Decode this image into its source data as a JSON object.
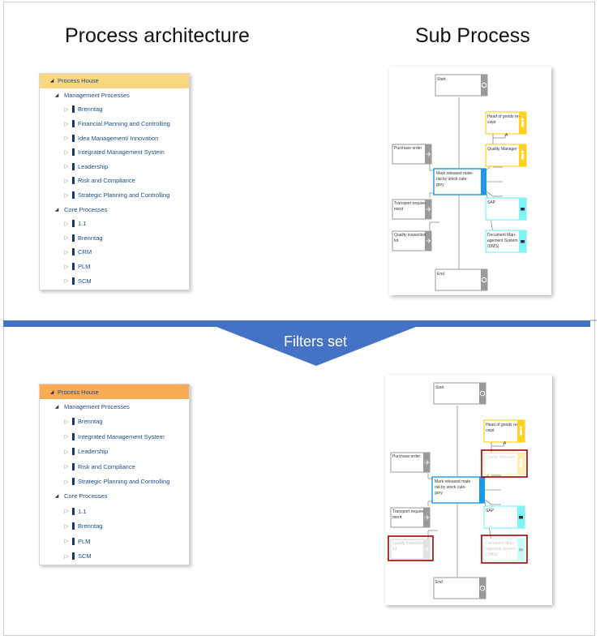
{
  "headings": {
    "left": "Process architecture",
    "right": "Sub Process",
    "banner": "Filters set"
  },
  "colors": {
    "band": "#4472c4",
    "root_top": "#f9d77e",
    "root_bottom": "#f8ab54",
    "tree_text": "#1e4c8a",
    "role_yellow": "#ffd21f",
    "system_cyan": "#7ff3f6",
    "function_blue": "#1b9ae8",
    "filter_red": "#a40000"
  },
  "tree_top": {
    "root": "Process House",
    "groups": [
      {
        "label": "Management Processes",
        "items": [
          "Brenntag",
          "Financial Planning and Controlling",
          "Idea Management/ Innovation",
          "Integrated Management System",
          "Leadership",
          "Risk and Compliance",
          "Strategic Planning and Controlling"
        ]
      },
      {
        "label": "Core Processes",
        "items": [
          "1.1",
          "Brenntag",
          "CRM",
          "PLM",
          "SCM"
        ]
      }
    ]
  },
  "tree_bottom": {
    "root": "Process House",
    "groups": [
      {
        "label": "Management Processes",
        "items": [
          "Brenntag",
          "Integrated Management System",
          "Leadership",
          "Risk and Compliance",
          "Strategic Planning and Controlling"
        ]
      },
      {
        "label": "Core Processes",
        "items": [
          "1.1",
          "Brenntag",
          "PLM",
          "SCM"
        ]
      }
    ]
  },
  "diagram": {
    "start": "Start",
    "end": "End",
    "function": "Mark released material by stock category",
    "function_lines": [
      "Mark released mate-",
      "rial by stock cate-",
      "gory"
    ],
    "head_role_lines": [
      "Head of goods re-",
      "ceipt"
    ],
    "quality_manager": "Quality Manager",
    "purchase_order": "Purchase order",
    "transport_lines": [
      "Transport require-",
      "ment"
    ],
    "inspection_lines": [
      "Quality inspection",
      "lot"
    ],
    "sap": "SAP",
    "dms_lines": [
      "Document Man-",
      "agement System",
      "(DMS)"
    ],
    "connector_label": "A"
  }
}
